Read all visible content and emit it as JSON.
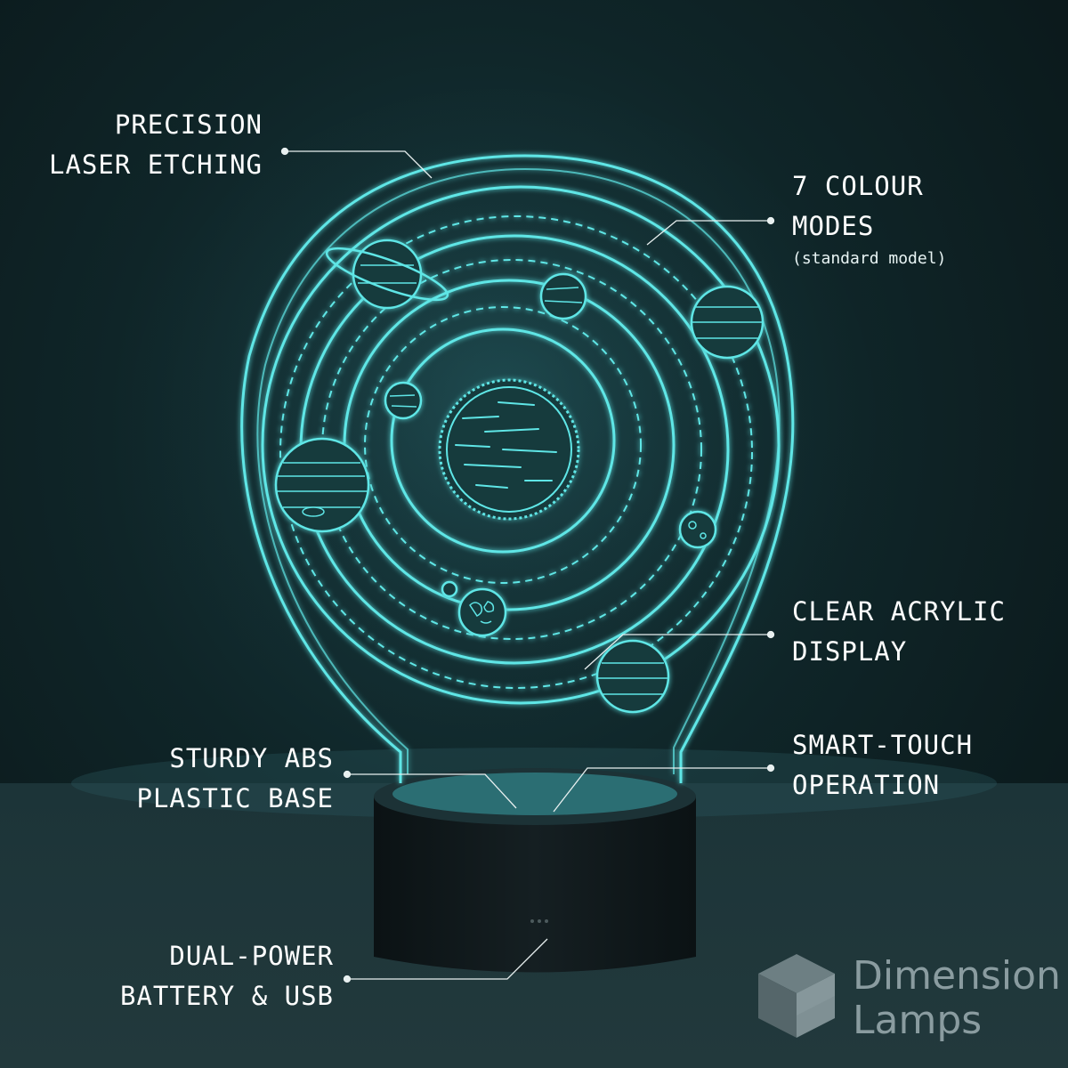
{
  "labels": {
    "laser": [
      "PRECISION",
      "LASER ETCHING"
    ],
    "colour": [
      "7 COLOUR",
      "MODES"
    ],
    "colour_note": "(standard model)",
    "acrylic": [
      "CLEAR ACRYLIC",
      "DISPLAY"
    ],
    "base": [
      "STURDY ABS",
      "PLASTIC BASE"
    ],
    "touch": [
      "SMART-TOUCH",
      "OPERATION"
    ],
    "power": [
      "DUAL-POWER",
      "BATTERY & USB"
    ]
  },
  "brand": {
    "name_line1": "Dimension",
    "name_line2": "Lamps",
    "logo_icon": "cube-icon"
  },
  "colors": {
    "glow": "#5fe6e6",
    "glow_dim": "#3fb8bf",
    "text": "#ffffff",
    "brand": "#8a9ca0",
    "background": "#0f2528"
  }
}
